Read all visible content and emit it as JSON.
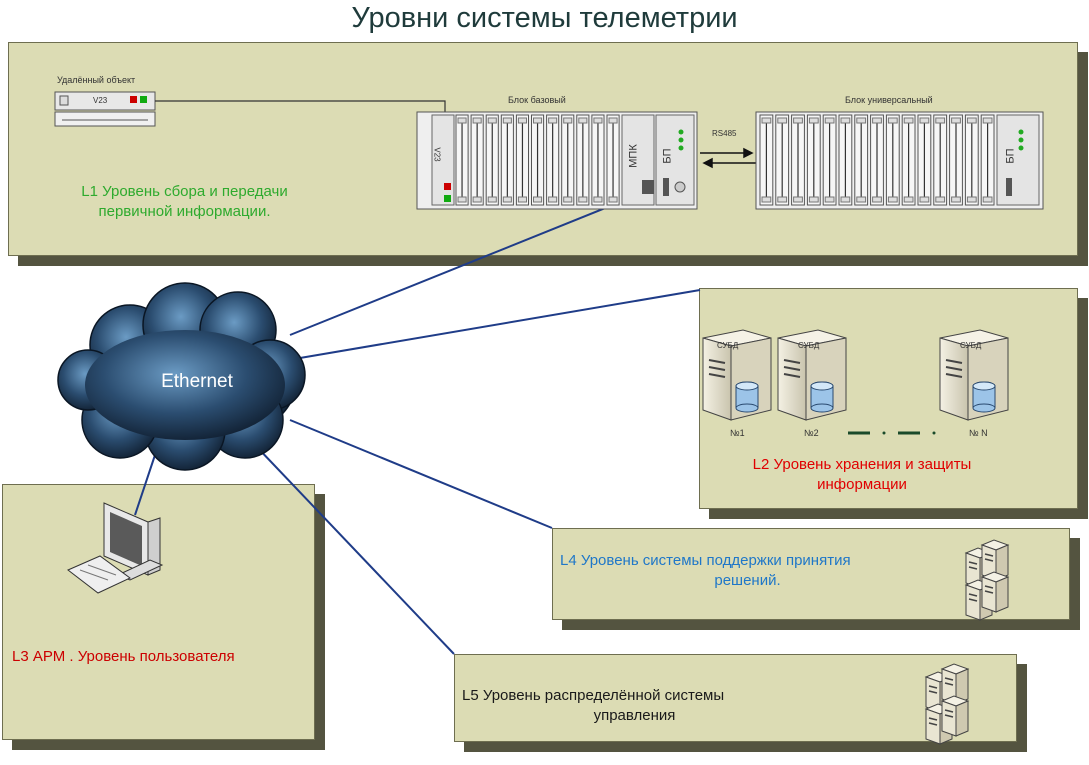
{
  "title": "Уровни системы телеметрии",
  "cloud_label": "Ethernet",
  "l1": {
    "caption": [
      "L1 Уровень сбора и передачи",
      "первичной информации."
    ],
    "remote_label": "Удалённый объект",
    "remote_device": "V23",
    "base_block": "Блок базовый",
    "universal_block": "Блок  универсальный",
    "link": "RS485",
    "card_v23": "V23",
    "card_mpk": "МПК",
    "card_bp": "БП",
    "card_bp2": "БП"
  },
  "l2": {
    "caption": [
      "L2  Уровень хранения и защиты",
      "информации"
    ],
    "servers": [
      {
        "tag": "СУБД",
        "num": "№1"
      },
      {
        "tag": "СУБД",
        "num": "№2"
      },
      {
        "tag": "СУБД",
        "num": "№ N"
      }
    ]
  },
  "l3": {
    "caption": "L3  АРМ . Уровень пользователя"
  },
  "l4": {
    "caption": [
      "L4  Уровень системы поддержки принятия",
      "решений."
    ]
  },
  "l5": {
    "caption": [
      "L5   Уровень распределённой системы",
      "управления"
    ]
  },
  "colors": {
    "panel": "#dcdcb4",
    "shadow": "#545440",
    "l1": "#2eaa2e",
    "l2": "#e00000",
    "l3": "#cc0000",
    "l4": "#1f77c8",
    "l5": "#1a1a1a",
    "wire": "#1f3c88"
  }
}
